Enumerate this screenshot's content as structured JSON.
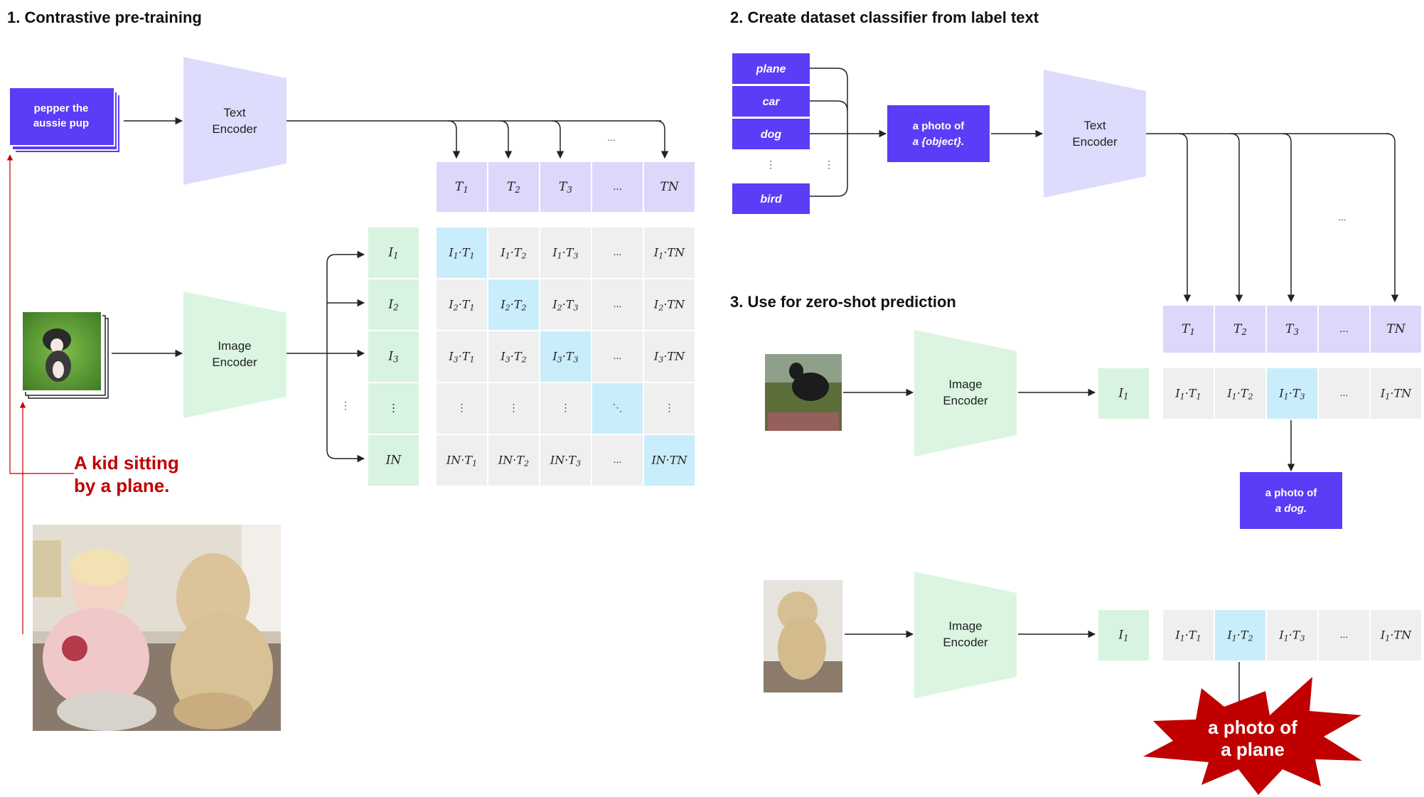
{
  "colors": {
    "encoder_text": "#dedcfc",
    "encoder_image": "#dbf5e1",
    "label_box": "#5a3df6",
    "token_text": "#dcd8fb",
    "token_image": "#d8f3df",
    "cell": "#efefef",
    "cell_highlight": "#c9edfa",
    "annotation_red": "#c00000",
    "starburst": "#c00000"
  },
  "panel1": {
    "title": "1. Contrastive pre-training",
    "caption_card": [
      "pepper the",
      "aussie pup"
    ],
    "text_encoder": [
      "Text",
      "Encoder"
    ],
    "image_encoder": [
      "Image",
      "Encoder"
    ],
    "text_tokens": [
      "T1",
      "T2",
      "T3",
      "...",
      "TN"
    ],
    "image_tokens": [
      "I1",
      "I2",
      "I3",
      "⋮",
      "IN"
    ],
    "matrix": [
      [
        "I1·T1",
        "I1·T2",
        "I1·T3",
        "...",
        "I1·TN"
      ],
      [
        "I2·T1",
        "I2·T2",
        "I2·T3",
        "...",
        "I2·TN"
      ],
      [
        "I3·T1",
        "I3·T2",
        "I3·T3",
        "...",
        "I3·TN"
      ],
      [
        "⋮",
        "⋮",
        "⋮",
        "⋱",
        "⋮"
      ],
      [
        "IN·T1",
        "IN·T2",
        "IN·T3",
        "...",
        "IN·TN"
      ]
    ],
    "highlighted_cells": [
      [
        0,
        0
      ],
      [
        1,
        1
      ],
      [
        2,
        2
      ],
      [
        3,
        3
      ],
      [
        4,
        4
      ]
    ],
    "top_dots": "...",
    "side_dots": "⋮",
    "annotation": [
      "A kid sitting",
      "by a plane."
    ]
  },
  "panel2": {
    "title": "2. Create dataset classifier from label text",
    "labels": [
      "plane",
      "car",
      "dog",
      "⋮",
      "bird"
    ],
    "side_dots": "⋮",
    "template": [
      "a photo of",
      "a {object}."
    ],
    "text_encoder": [
      "Text",
      "Encoder"
    ],
    "dots": "..."
  },
  "panel3": {
    "title": "3. Use for zero-shot prediction",
    "text_tokens": [
      "T1",
      "T2",
      "T3",
      "...",
      "TN"
    ],
    "row1": {
      "image_encoder": [
        "Image",
        "Encoder"
      ],
      "image_token": "I1",
      "scores": [
        "I1·T1",
        "I1·T2",
        "I1·T3",
        "...",
        "I1·TN"
      ],
      "highlight_index": 2,
      "result": [
        "a photo of",
        "a dog."
      ]
    },
    "row2": {
      "image_encoder": [
        "Image",
        "Encoder"
      ],
      "image_token": "I1",
      "scores": [
        "I1·T1",
        "I1·T2",
        "I1·T3",
        "...",
        "I1·TN"
      ],
      "highlight_index": 1,
      "result": [
        "a photo of",
        "a plane"
      ]
    }
  }
}
